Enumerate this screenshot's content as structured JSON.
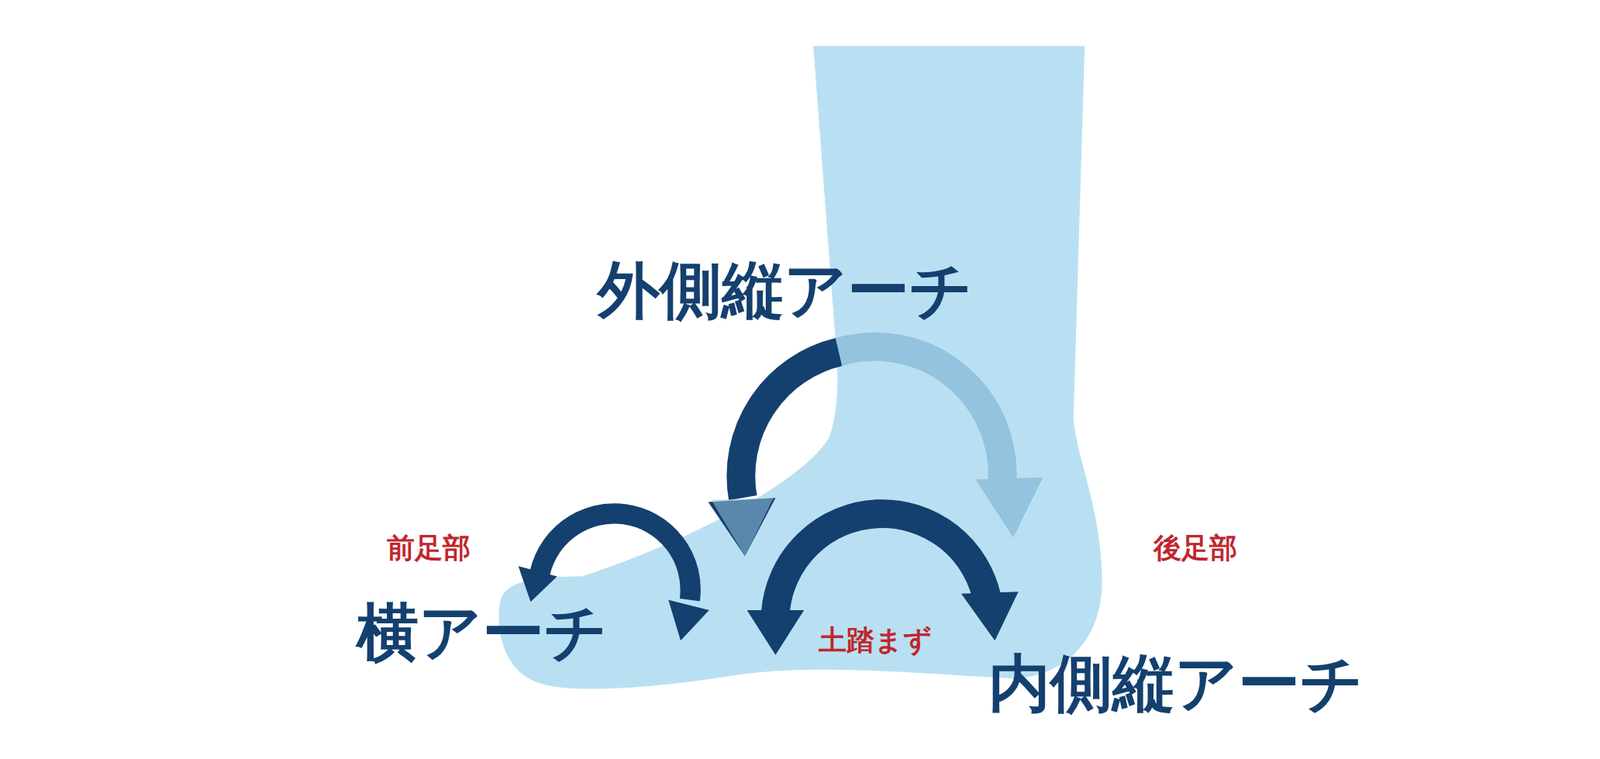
{
  "diagram": {
    "labels": [
      "外側縦アーチ",
      "前足部",
      "後足部",
      "横アーチ",
      "土踏まず",
      "内側縦アーチ"
    ]
  }
}
